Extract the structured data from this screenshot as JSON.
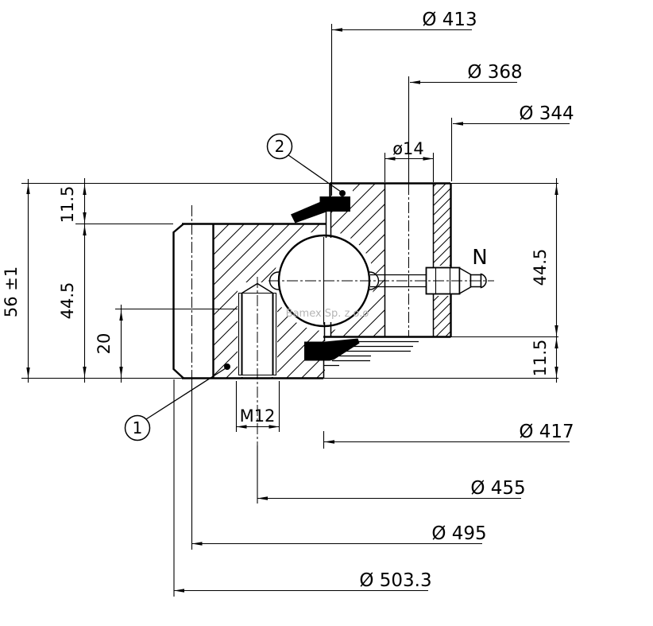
{
  "dims": {
    "d413": "Ø 413",
    "d368": "Ø 368",
    "d344": "Ø 344",
    "d14": "ø14",
    "h56": "56 ±1",
    "h11_5_left": "11.5",
    "h44_5_left": "44.5",
    "h20": "20",
    "h44_5_right": "44.5",
    "h11_5_right": "11.5",
    "m12": "M12",
    "d417": "Ø 417",
    "d455": "Ø 455",
    "d495": "Ø 495",
    "d503": "Ø 503.3"
  },
  "labels": {
    "grease_port": "N",
    "watermark": "Bamex Sp. z o.o"
  },
  "callouts": {
    "c1": "1",
    "c2": "2"
  }
}
